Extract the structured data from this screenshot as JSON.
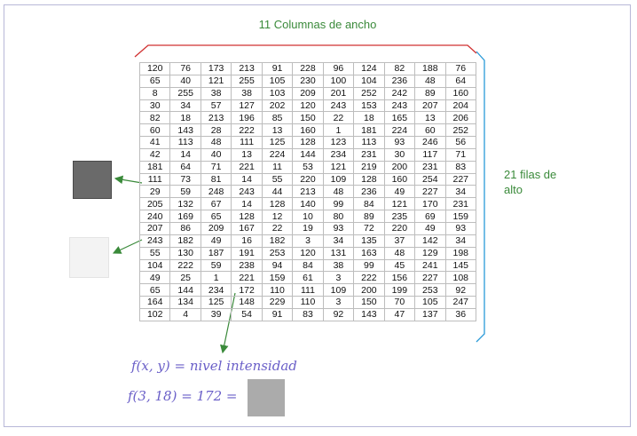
{
  "labels": {
    "columns": "11 Columnas de ancho",
    "rows": "21 filas de alto"
  },
  "formulas": {
    "definition": "f(x, y) = nivel intensidad",
    "example": "f(3, 18) = 172 ="
  },
  "swatches": [
    {
      "name": "swatch-dark",
      "color": "#6a6a6a",
      "value": 111
    },
    {
      "name": "swatch-light",
      "color": "#f3f3f3",
      "value": 243
    },
    {
      "name": "swatch-sample",
      "color": "#ababab",
      "value": 172
    }
  ],
  "colors": {
    "green": "#3a8a3a",
    "red": "#d03030",
    "blue": "#2a9ad8",
    "formula": "#6a5fc8"
  },
  "grid": [
    [
      "120",
      "76",
      "173",
      "213",
      "91",
      "228",
      "96",
      "124",
      "82",
      "188",
      "76"
    ],
    [
      "65",
      "40",
      "121",
      "255",
      "105",
      "230",
      "100",
      "104",
      "236",
      "48",
      "64"
    ],
    [
      "8",
      "255",
      "38",
      "38",
      "103",
      "209",
      "201",
      "252",
      "242",
      "89",
      "160"
    ],
    [
      "30",
      "34",
      "57",
      "127",
      "202",
      "120",
      "243",
      "153",
      "243",
      "207",
      "204"
    ],
    [
      "82",
      "18",
      "213",
      "196",
      "85",
      "150",
      "22",
      "18",
      "165",
      "13",
      "206"
    ],
    [
      "60",
      "143",
      "28",
      "222",
      "13",
      "160",
      "1",
      "181",
      "224",
      "60",
      "252"
    ],
    [
      "41",
      "113",
      "48",
      "111",
      "125",
      "128",
      "123",
      "113",
      "93",
      "246",
      "56"
    ],
    [
      "42",
      "14",
      "40",
      "13",
      "224",
      "144",
      "234",
      "231",
      "30",
      "117",
      "71"
    ],
    [
      "181",
      "64",
      "71",
      "221",
      "11",
      "53",
      "121",
      "219",
      "200",
      "231",
      "83"
    ],
    [
      "111",
      "73",
      "81",
      "14",
      "55",
      "220",
      "109",
      "128",
      "160",
      "254",
      "227"
    ],
    [
      "29",
      "59",
      "248",
      "243",
      "44",
      "213",
      "48",
      "236",
      "49",
      "227",
      "34"
    ],
    [
      "205",
      "132",
      "67",
      "14",
      "128",
      "140",
      "99",
      "84",
      "121",
      "170",
      "231"
    ],
    [
      "240",
      "169",
      "65",
      "128",
      "12",
      "10",
      "80",
      "89",
      "235",
      "69",
      "159"
    ],
    [
      "207",
      "86",
      "209",
      "167",
      "22",
      "19",
      "93",
      "72",
      "220",
      "49",
      "93"
    ],
    [
      "243",
      "182",
      "49",
      "16",
      "182",
      "3",
      "34",
      "135",
      "37",
      "142",
      "34"
    ],
    [
      "55",
      "130",
      "187",
      "191",
      "253",
      "120",
      "131",
      "163",
      "48",
      "129",
      "198"
    ],
    [
      "104",
      "222",
      "59",
      "238",
      "94",
      "84",
      "38",
      "99",
      "45",
      "241",
      "145"
    ],
    [
      "49",
      "25",
      "1",
      "221",
      "159",
      "61",
      "3",
      "222",
      "156",
      "227",
      "108"
    ],
    [
      "65",
      "144",
      "234",
      "172",
      "110",
      "111",
      "109",
      "200",
      "199",
      "253",
      "92"
    ],
    [
      "164",
      "134",
      "125",
      "148",
      "229",
      "110",
      "3",
      "150",
      "70",
      "105",
      "247"
    ],
    [
      "102",
      "4",
      "39",
      "54",
      "91",
      "83",
      "92",
      "143",
      "47",
      "137",
      "36"
    ]
  ]
}
